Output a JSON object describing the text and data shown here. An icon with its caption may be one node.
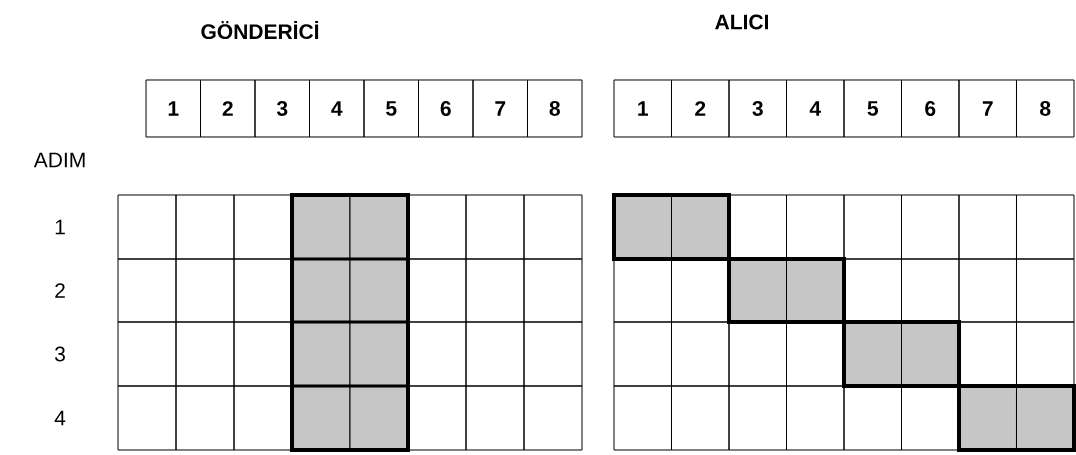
{
  "diagram": {
    "labels": [
      "GÖNDERİCİ",
      "ALICI",
      "ADIM",
      "1",
      "2",
      "3",
      "4",
      "5",
      "6",
      "7",
      "8",
      "1",
      "2",
      "3",
      "4",
      "5",
      "6",
      "7",
      "8",
      "1",
      "2",
      "3",
      "4"
    ]
  }
}
